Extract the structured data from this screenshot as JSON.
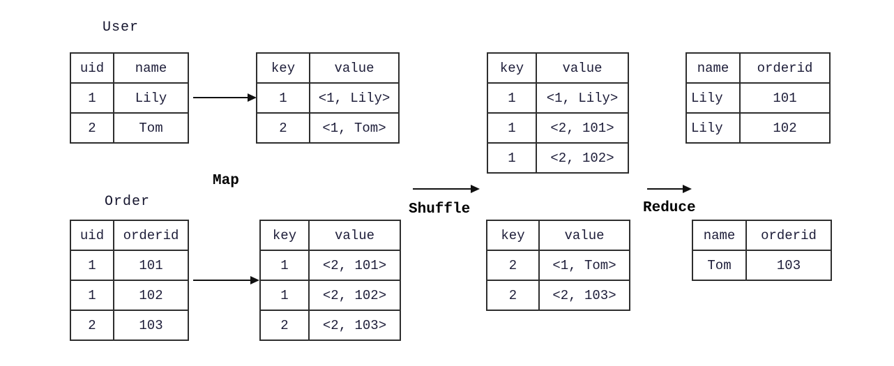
{
  "stage_labels": {
    "map": "Map",
    "shuffle": "Shuffle",
    "reduce": "Reduce"
  },
  "tables": {
    "user": {
      "title": "User",
      "headers": [
        "uid",
        "name"
      ],
      "rows": [
        [
          "1",
          "Lily"
        ],
        [
          "2",
          "Tom"
        ]
      ]
    },
    "order": {
      "title": "Order",
      "headers": [
        "uid",
        "orderid"
      ],
      "rows": [
        [
          "1",
          "101"
        ],
        [
          "1",
          "102"
        ],
        [
          "2",
          "103"
        ]
      ]
    },
    "map_user": {
      "headers": [
        "key",
        "value"
      ],
      "rows": [
        [
          "1",
          "<1, Lily>"
        ],
        [
          "2",
          "<1, Tom>"
        ]
      ]
    },
    "map_order": {
      "headers": [
        "key",
        "value"
      ],
      "rows": [
        [
          "1",
          "<2, 101>"
        ],
        [
          "1",
          "<2, 102>"
        ],
        [
          "2",
          "<2, 103>"
        ]
      ]
    },
    "shuffle_key1": {
      "headers": [
        "key",
        "value"
      ],
      "rows": [
        [
          "1",
          "<1, Lily>"
        ],
        [
          "1",
          "<2, 101>"
        ],
        [
          "1",
          "<2, 102>"
        ]
      ]
    },
    "shuffle_key2": {
      "headers": [
        "key",
        "value"
      ],
      "rows": [
        [
          "2",
          "<1, Tom>"
        ],
        [
          "2",
          "<2, 103>"
        ]
      ]
    },
    "reduce_key1": {
      "headers": [
        "name",
        "orderid"
      ],
      "rows": [
        [
          "Lily",
          "101"
        ],
        [
          "Lily",
          "102"
        ]
      ]
    },
    "reduce_key2": {
      "headers": [
        "name",
        "orderid"
      ],
      "rows": [
        [
          "Tom",
          "103"
        ]
      ]
    }
  },
  "colors": {
    "background": "#ffffff",
    "table_border": "#2e2e2e",
    "table_text": "#1c1c38",
    "stage_label_text": "#000000",
    "arrow": "#101010"
  }
}
